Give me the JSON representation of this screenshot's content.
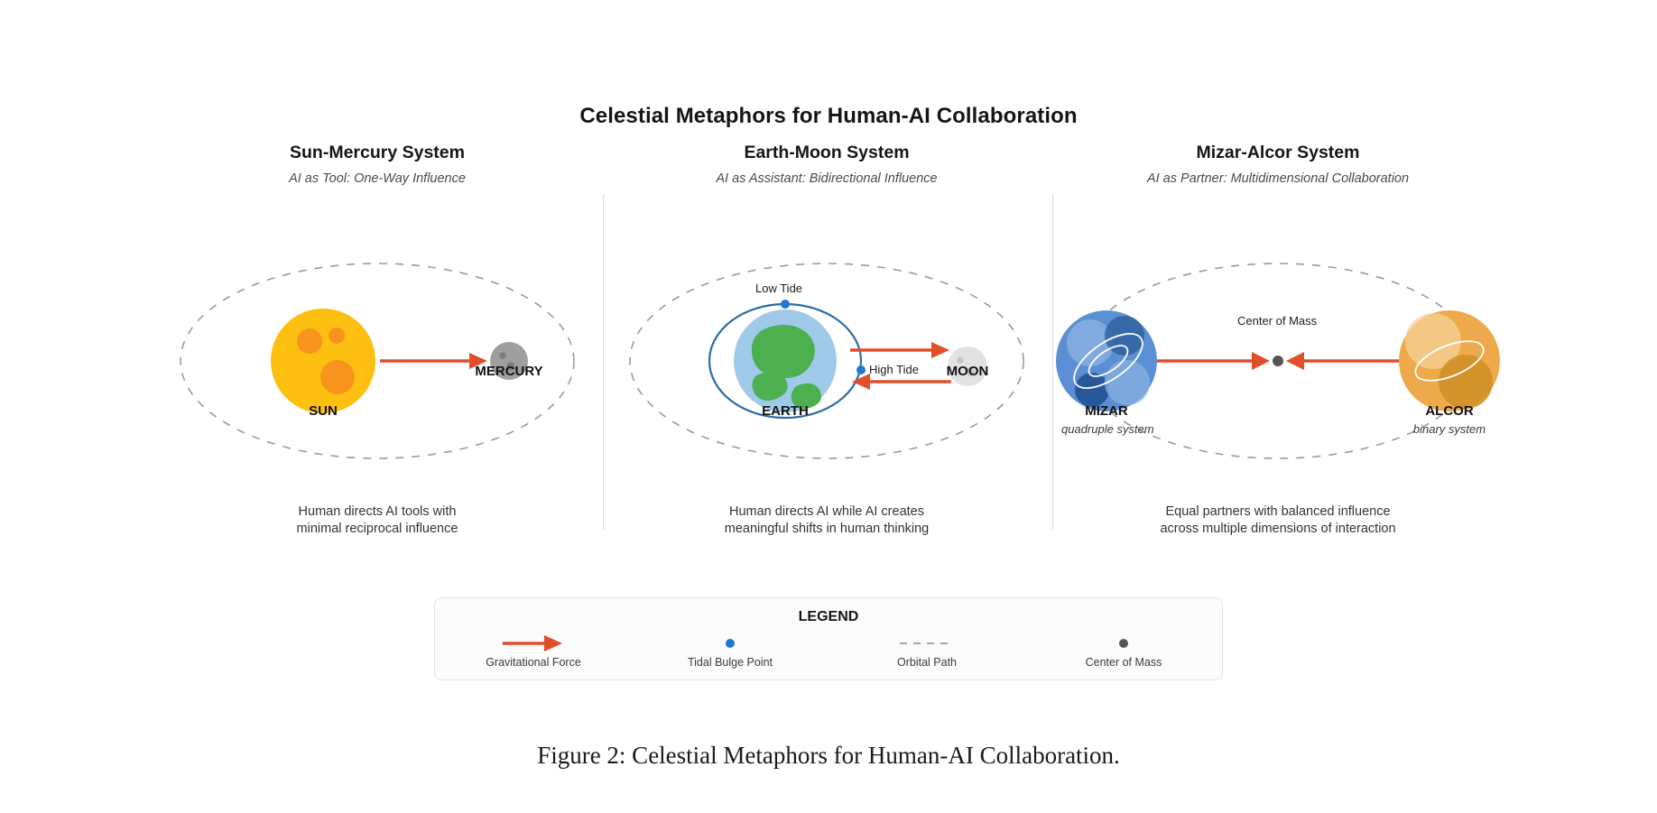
{
  "figure": {
    "title": "Celestial Metaphors for Human-AI Collaboration",
    "caption": "Figure 2: Celestial Metaphors for Human-AI Collaboration."
  },
  "colors": {
    "arrow": "#e04e2a",
    "tidal_point": "#1e78d2",
    "orbit_path": "#9a9a9a",
    "center_of_mass": "#555555",
    "sun": "#fdc010",
    "sun_spot": "#f8941d",
    "mercury": "#9e9e9e",
    "mercury_crater": "#7d7d7d",
    "earth_ocean": "#9fc9e8",
    "earth_land": "#4caf50",
    "earth_bulge_ring": "#2b6ca3",
    "moon": "#e2e2e2",
    "moon_crater": "#c5c5c5",
    "mizar": "#5b8fd4",
    "mizar_light": "#86aee0",
    "mizar_dark": "#2e5f9e",
    "alcor": "#eda94a",
    "alcor_light": "#f3c583",
    "alcor_dark": "#cf8f25"
  },
  "panels": [
    {
      "id": "sun-mercury",
      "title": "Sun-Mercury System",
      "subtitle": "AI as Tool: One-Way Influence",
      "description_line1": "Human directs AI tools with",
      "description_line2": "minimal reciprocal influence",
      "primary": {
        "label": "SUN",
        "sublabel": ""
      },
      "secondary": {
        "label": "MERCURY",
        "sublabel": ""
      },
      "annotations": []
    },
    {
      "id": "earth-moon",
      "title": "Earth-Moon System",
      "subtitle": "AI as Assistant: Bidirectional Influence",
      "description_line1": "Human directs AI while AI creates",
      "description_line2": "meaningful shifts in human thinking",
      "primary": {
        "label": "EARTH",
        "sublabel": ""
      },
      "secondary": {
        "label": "MOON",
        "sublabel": ""
      },
      "annotations": [
        "Low Tide",
        "High Tide"
      ]
    },
    {
      "id": "mizar-alcor",
      "title": "Mizar-Alcor System",
      "subtitle": "AI as Partner: Multidimensional Collaboration",
      "description_line1": "Equal partners with balanced influence",
      "description_line2": "across multiple dimensions of interaction",
      "primary": {
        "label": "MIZAR",
        "sublabel": "quadruple system"
      },
      "secondary": {
        "label": "ALCOR",
        "sublabel": "binary system"
      },
      "annotations": [
        "Center of Mass"
      ]
    }
  ],
  "legend": {
    "title": "LEGEND",
    "items": [
      {
        "glyph": "arrow-icon",
        "label": "Gravitational Force"
      },
      {
        "glyph": "dot-blue-icon",
        "label": "Tidal Bulge Point"
      },
      {
        "glyph": "dashed-line-icon",
        "label": "Orbital Path"
      },
      {
        "glyph": "dot-gray-icon",
        "label": "Center of Mass"
      }
    ]
  }
}
